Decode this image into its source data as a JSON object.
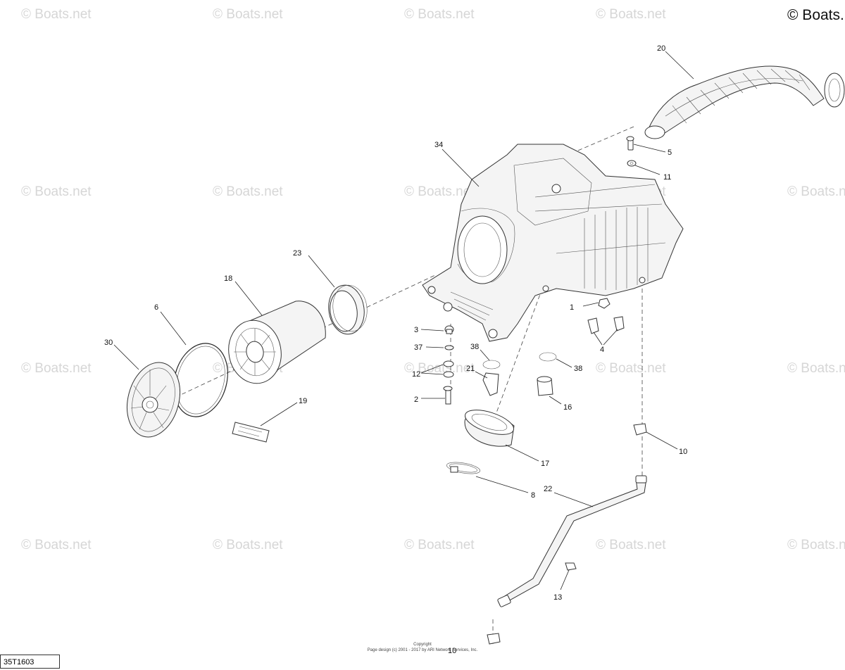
{
  "watermark": "© Boats.net",
  "corner_copyright": "© Boats.",
  "diagram_code": "35T1603",
  "credits": {
    "line1": "Copyright",
    "line2": "Page design (c) 2001 - 2017 by ARI Network Services, Inc."
  },
  "callouts": {
    "c1": "1",
    "c2": "2",
    "c3": "3",
    "c4": "4",
    "c5": "5",
    "c6": "6",
    "c8": "8",
    "c10a": "10",
    "c10b": "10",
    "c11": "11",
    "c12": "12",
    "c13": "13",
    "c16": "16",
    "c17": "17",
    "c18": "18",
    "c19": "19",
    "c20": "20",
    "c21": "21",
    "c22": "22",
    "c23": "23",
    "c30": "30",
    "c34": "34",
    "c37": "37",
    "c38a": "38",
    "c38b": "38"
  }
}
